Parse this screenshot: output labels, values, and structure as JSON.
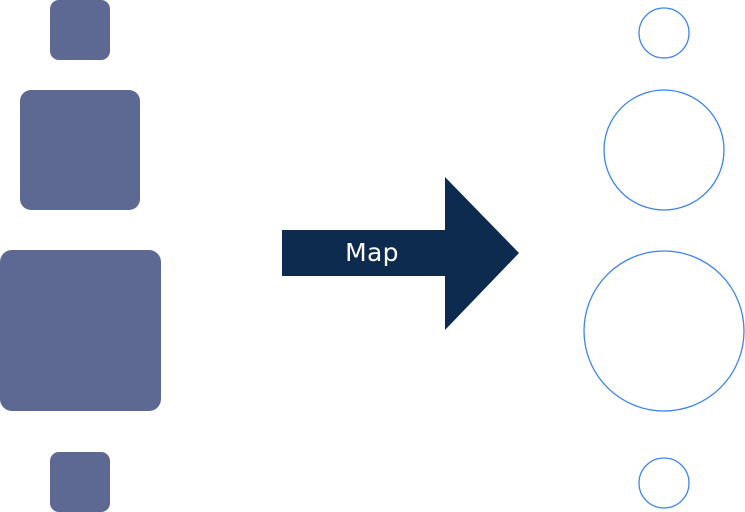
{
  "diagram": {
    "arrow_label": "Map",
    "colors": {
      "square_fill": "#5e6993",
      "arrow_fill": "#0c2b4f",
      "arrow_text": "#ffffff",
      "circle_stroke": "#3c84ec",
      "background": "#ffffff"
    },
    "left_shapes": [
      "small-square",
      "medium-square",
      "large-square",
      "small-square"
    ],
    "right_shapes": [
      "small-circle",
      "medium-circle",
      "large-circle",
      "small-circle"
    ]
  }
}
